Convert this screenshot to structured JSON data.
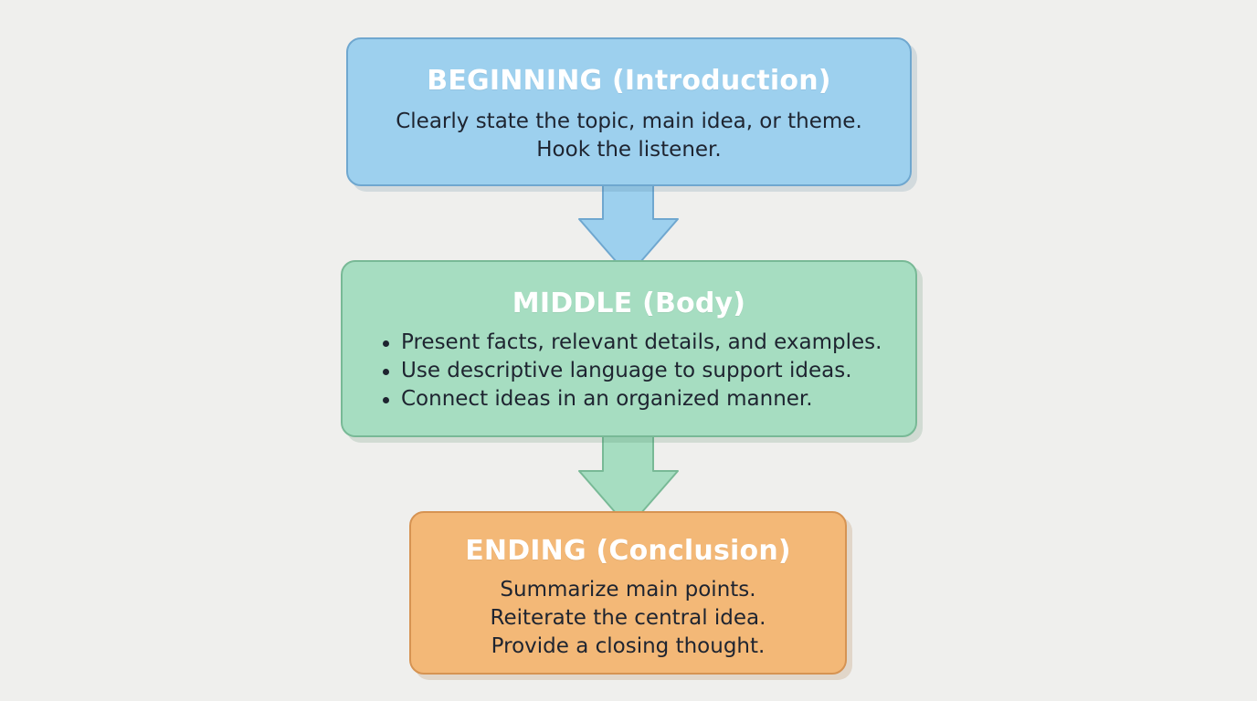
{
  "diagram": {
    "stages": [
      {
        "title": "BEGINNING (Introduction)",
        "lines": [
          "Clearly state the topic, main idea, or theme.",
          "Hook the listener."
        ]
      },
      {
        "title": "MIDDLE (Body)",
        "bullets": [
          "Present facts, relevant details, and examples.",
          "Use descriptive language to support ideas.",
          "Connect ideas in an organized manner."
        ]
      },
      {
        "title": "ENDING (Conclusion)",
        "lines": [
          "Summarize main points.",
          "Reiterate the central idea.",
          "Provide a closing thought."
        ]
      }
    ]
  },
  "colors": {
    "background": "#efefed",
    "beginning": "#9dd0ee",
    "middle": "#a6ddc1",
    "ending": "#f3b877"
  }
}
